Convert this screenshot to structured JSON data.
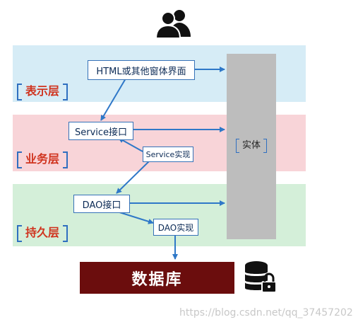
{
  "layers": {
    "presentation": "表示层",
    "business": "业务层",
    "persistence": "持久层"
  },
  "nodes": {
    "html_ui": "HTML或其他窗体界面",
    "service_interface": "Service接口",
    "service_impl": "Service实现",
    "dao_interface": "DAO接口",
    "dao_impl": "DAO实现",
    "entity": "实体",
    "database": "数据库"
  },
  "icons": {
    "users": "users-icon",
    "database_lock": "database-lock-icon"
  },
  "colors": {
    "presentation_band": "#d6ecf6",
    "business_band": "#f8d4d8",
    "persistence_band": "#d4efd9",
    "layer_label_text": "#d0341f",
    "arrow": "#2f78c8",
    "database_box": "#6b0d0d",
    "entity_column": "#bdbdbd"
  },
  "watermark": "https://blog.csdn.net/qq_37457202"
}
